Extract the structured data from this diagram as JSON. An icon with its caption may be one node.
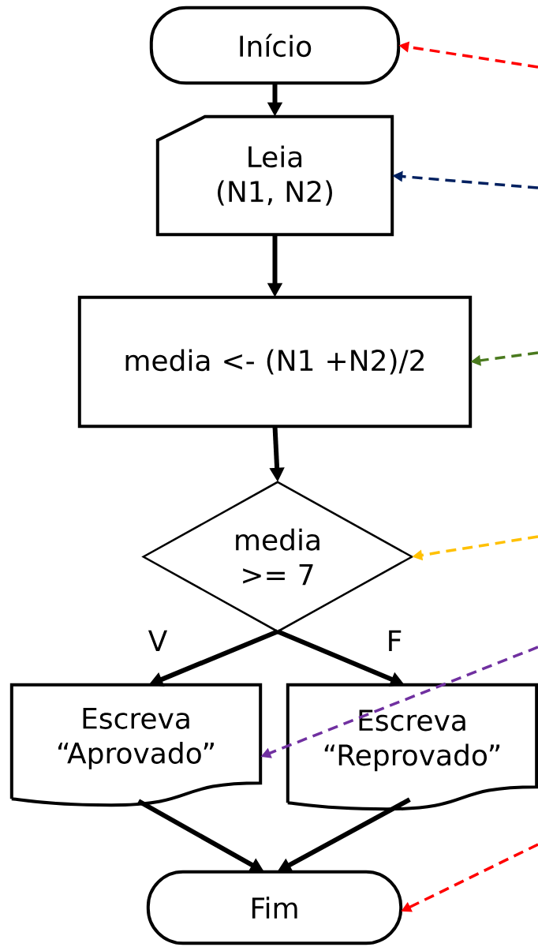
{
  "diagram": {
    "nodes": [
      {
        "text": [
          "Início"
        ]
      },
      {
        "text": [
          "Leia (N1, N2)"
        ]
      },
      {
        "text": [
          "media <- (N1 +N2)/2"
        ]
      },
      {
        "text": [
          "media >= 7"
        ]
      },
      {
        "text": [
          "Escreva “Aprovado”"
        ]
      },
      {
        "text": [
          "Escreva “Reprovado”"
        ]
      },
      {
        "text": [
          "Fim"
        ]
      }
    ],
    "edges": [
      {
        "from": 0,
        "to": 1,
        "arrow": "to"
      },
      {
        "from": 1,
        "to": 2,
        "arrow": "to"
      },
      {
        "from": 2,
        "to": 3,
        "arrow": "to"
      },
      {
        "from": 3,
        "to": 4,
        "arrow": "to",
        "label": "V"
      },
      {
        "from": 3,
        "to": 5,
        "arrow": "to",
        "label": "F"
      },
      {
        "from": 4,
        "to": 6,
        "arrow": "to"
      },
      {
        "from": 5,
        "to": 6,
        "arrow": "to"
      },
      {
        "from": null,
        "to": 0,
        "arrow": "to",
        "style": "dashed",
        "color": "#ff0000"
      },
      {
        "from": null,
        "to": 1,
        "arrow": "to",
        "style": "dashed",
        "color": "#002060"
      },
      {
        "from": null,
        "to": 2,
        "arrow": "to",
        "style": "dashed",
        "color": "#4a7a1e"
      },
      {
        "from": null,
        "to": 3,
        "arrow": "to",
        "style": "dashed",
        "color": "#ffc000"
      },
      {
        "from": null,
        "to": 4,
        "arrow": "to",
        "style": "dashed",
        "color": "#7030a0"
      },
      {
        "from": null,
        "to": 6,
        "arrow": "to",
        "style": "dashed",
        "color": "#ff0000"
      }
    ]
  }
}
